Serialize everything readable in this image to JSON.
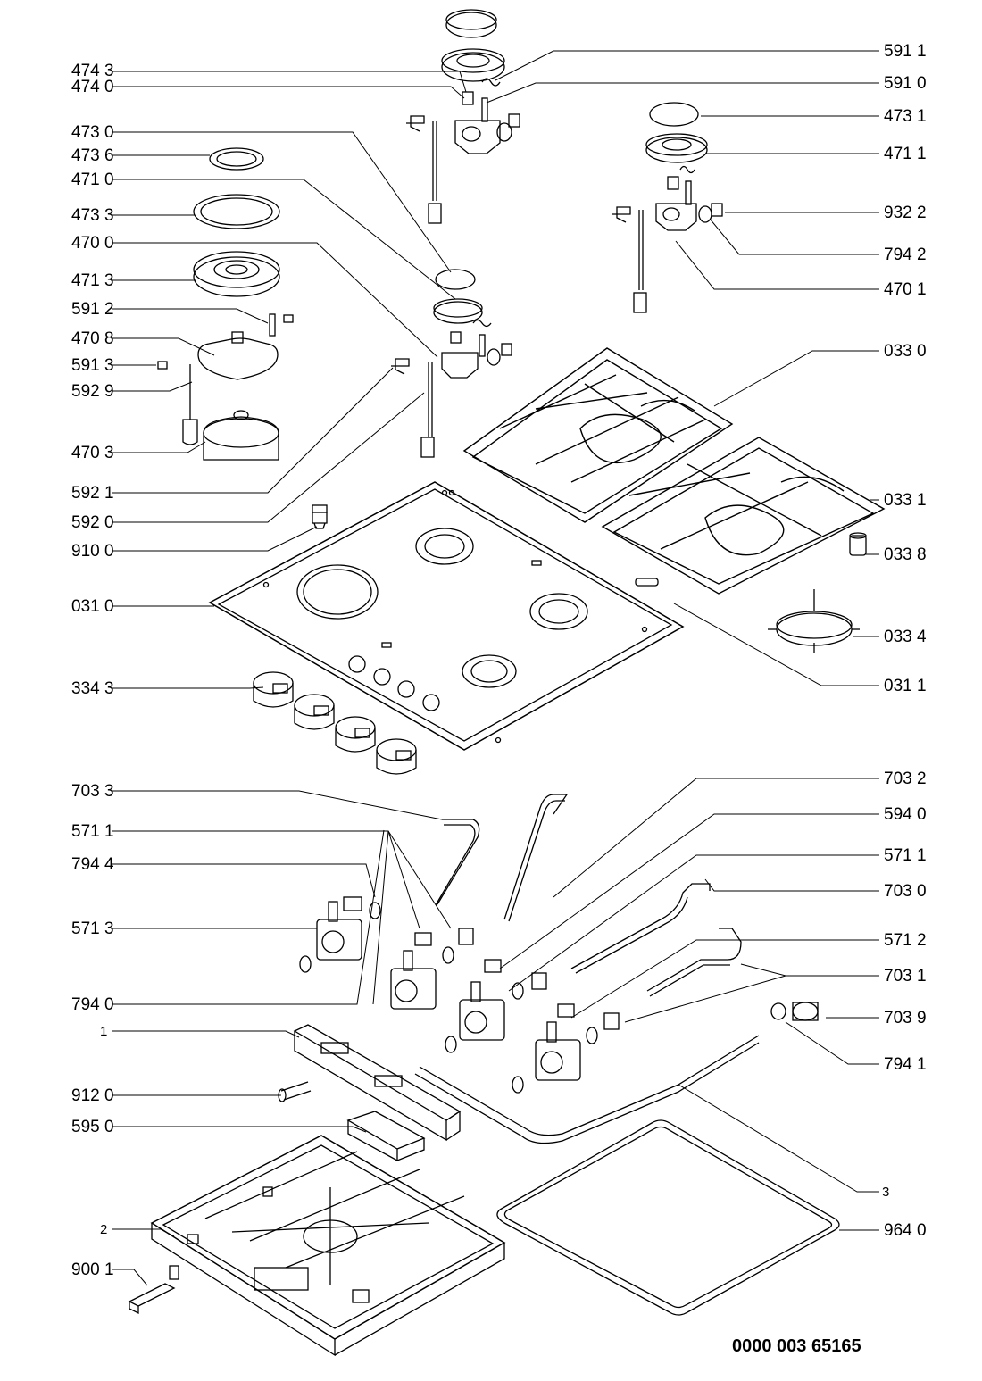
{
  "labels_left": [
    {
      "id": "l4743",
      "text": "474 3"
    },
    {
      "id": "l4740",
      "text": "474 0"
    },
    {
      "id": "l4730",
      "text": "473 0"
    },
    {
      "id": "l4736",
      "text": "473 6"
    },
    {
      "id": "l4710",
      "text": "471 0"
    },
    {
      "id": "l4733",
      "text": "473 3"
    },
    {
      "id": "l4700",
      "text": "470 0"
    },
    {
      "id": "l4713",
      "text": "471 3"
    },
    {
      "id": "l5912",
      "text": "591 2"
    },
    {
      "id": "l4708",
      "text": "470 8"
    },
    {
      "id": "l5913",
      "text": "591 3"
    },
    {
      "id": "l5929",
      "text": "592 9"
    },
    {
      "id": "l4703",
      "text": "470 3"
    },
    {
      "id": "l5921",
      "text": "592 1"
    },
    {
      "id": "l5920",
      "text": "592 0"
    },
    {
      "id": "l9100",
      "text": "910 0"
    },
    {
      "id": "l0310",
      "text": "031 0"
    },
    {
      "id": "l3343",
      "text": "334 3"
    },
    {
      "id": "l7033",
      "text": "703 3"
    },
    {
      "id": "l5711a",
      "text": "571 1"
    },
    {
      "id": "l7944",
      "text": "794 4"
    },
    {
      "id": "l5713",
      "text": "571 3"
    },
    {
      "id": "l7940",
      "text": "794 0"
    },
    {
      "id": "l1",
      "text": "1"
    },
    {
      "id": "l9120",
      "text": "912 0"
    },
    {
      "id": "l5950",
      "text": "595 0"
    },
    {
      "id": "l2",
      "text": "2"
    },
    {
      "id": "l9001",
      "text": "900 1"
    }
  ],
  "labels_right": [
    {
      "id": "r5911",
      "text": "591 1"
    },
    {
      "id": "r5910",
      "text": "591 0"
    },
    {
      "id": "r4731",
      "text": "473 1"
    },
    {
      "id": "r4711",
      "text": "471 1"
    },
    {
      "id": "r9322",
      "text": "932 2"
    },
    {
      "id": "r7942",
      "text": "794 2"
    },
    {
      "id": "r4701",
      "text": "470 1"
    },
    {
      "id": "r0330",
      "text": "033 0"
    },
    {
      "id": "r0331",
      "text": "033 1"
    },
    {
      "id": "r0338",
      "text": "033 8"
    },
    {
      "id": "r0334",
      "text": "033 4"
    },
    {
      "id": "r0311",
      "text": "031 1"
    },
    {
      "id": "r7032",
      "text": "703 2"
    },
    {
      "id": "r5940",
      "text": "594 0"
    },
    {
      "id": "r5711b",
      "text": "571 1"
    },
    {
      "id": "r7030",
      "text": "703 0"
    },
    {
      "id": "r5712",
      "text": "571 2"
    },
    {
      "id": "r7031",
      "text": "703 1"
    },
    {
      "id": "r7039",
      "text": "703 9"
    },
    {
      "id": "r7941",
      "text": "794 1"
    },
    {
      "id": "r3",
      "text": "3"
    },
    {
      "id": "r9640",
      "text": "964 0"
    }
  ],
  "document_number": "0000 003 65165"
}
